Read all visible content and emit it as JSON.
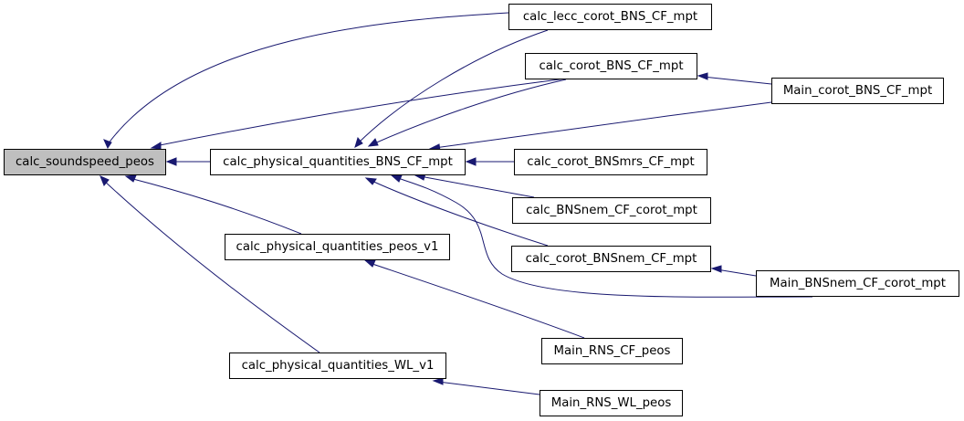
{
  "diagram": {
    "colors": {
      "edge": "#191970",
      "node_border": "#000000",
      "root_fill": "#bfbfbf",
      "node_fill": "#ffffff"
    },
    "nodes": {
      "root": "calc_soundspeed_peos",
      "bns": "calc_physical_quantities_BNS_CF_mpt",
      "peos_v1": "calc_physical_quantities_peos_v1",
      "wl_v1": "calc_physical_quantities_WL_v1",
      "lecc": "calc_lecc_corot_BNS_CF_mpt",
      "corot": "calc_corot_BNS_CF_mpt",
      "bnsmrs": "calc_corot_BNSmrs_CF_mpt",
      "bnsnem_corot": "calc_BNSnem_CF_corot_mpt",
      "corot_bnsnem": "calc_corot_BNSnem_CF_mpt",
      "rns_cf": "Main_RNS_CF_peos",
      "rns_wl": "Main_RNS_WL_peos",
      "main_corot": "Main_corot_BNS_CF_mpt",
      "main_bnsnem": "Main_BNSnem_CF_corot_mpt"
    },
    "edges": [
      {
        "from": "lecc",
        "to": "root"
      },
      {
        "from": "corot",
        "to": "root"
      },
      {
        "from": "bns",
        "to": "root"
      },
      {
        "from": "peos_v1",
        "to": "root"
      },
      {
        "from": "wl_v1",
        "to": "root"
      },
      {
        "from": "lecc",
        "to": "bns"
      },
      {
        "from": "corot",
        "to": "bns"
      },
      {
        "from": "main_corot",
        "to": "bns"
      },
      {
        "from": "bnsmrs",
        "to": "bns"
      },
      {
        "from": "bnsnem_corot",
        "to": "bns"
      },
      {
        "from": "corot_bnsnem",
        "to": "bns"
      },
      {
        "from": "main_bnsnem",
        "to": "bns"
      },
      {
        "from": "main_corot",
        "to": "corot"
      },
      {
        "from": "main_bnsnem",
        "to": "corot_bnsnem"
      },
      {
        "from": "rns_cf",
        "to": "peos_v1"
      },
      {
        "from": "rns_wl",
        "to": "wl_v1"
      }
    ]
  }
}
